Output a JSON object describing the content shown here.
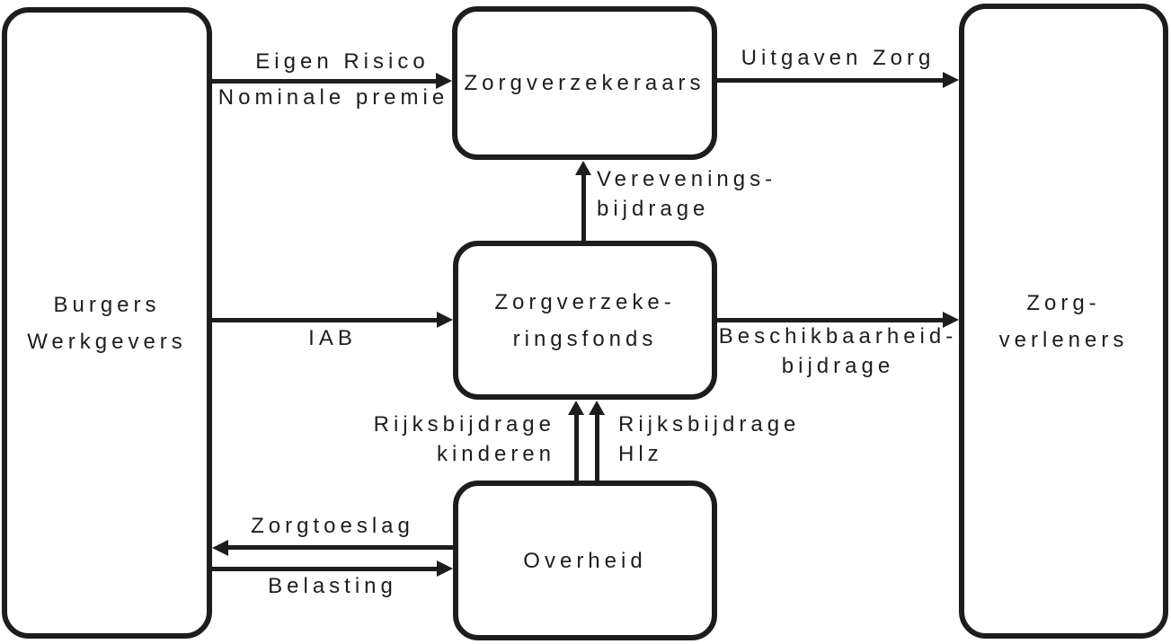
{
  "colors": {
    "ink": "#1d1d1b",
    "background": "#ffffff"
  },
  "boxes": {
    "burgers_werkgevers": {
      "lines": [
        "Burgers",
        "Werkgevers"
      ]
    },
    "zorgverzekeraars": {
      "lines": [
        "Zorgverzekeraars"
      ]
    },
    "zorgverzekeringsfonds": {
      "lines": [
        "Zorgverzeke-",
        "ringsfonds"
      ]
    },
    "overheid": {
      "lines": [
        "Overheid"
      ]
    },
    "zorgverleners": {
      "lines": [
        "Zorg-",
        "verleners"
      ]
    }
  },
  "flows": {
    "eigen_risico_nominale_premie": {
      "from": "Burgers Werkgevers",
      "to": "Zorgverzekeraars",
      "labels": [
        "Eigen Risico",
        "Nominale premie"
      ]
    },
    "uitgaven_zorg": {
      "from": "Zorgverzekeraars",
      "to": "Zorg-verleners",
      "labels": [
        "Uitgaven Zorg"
      ]
    },
    "vereveningsbijdrage": {
      "from": "Zorgverzekeringsfonds",
      "to": "Zorgverzekeraars",
      "labels": [
        "Verevenings-",
        "bijdrage"
      ]
    },
    "iab": {
      "from": "Burgers Werkgevers",
      "to": "Zorgverzekeringsfonds",
      "labels": [
        "IAB"
      ]
    },
    "beschikbaarheidbijdrage": {
      "from": "Zorgverzekeringsfonds",
      "to": "Zorg-verleners",
      "labels": [
        "Beschikbaarheid-",
        "bijdrage"
      ]
    },
    "rijksbijdrage_kinderen": {
      "from": "Overheid",
      "to": "Zorgverzekeringsfonds",
      "labels": [
        "Rijksbijdrage",
        "kinderen"
      ]
    },
    "rijksbijdrage_hlz": {
      "from": "Overheid",
      "to": "Zorgverzekeringsfonds",
      "labels": [
        "Rijksbijdrage",
        "Hlz"
      ]
    },
    "zorgtoeslag": {
      "from": "Overheid",
      "to": "Burgers Werkgevers",
      "labels": [
        "Zorgtoeslag"
      ]
    },
    "belasting": {
      "from": "Burgers Werkgevers",
      "to": "Overheid",
      "labels": [
        "Belasting"
      ]
    }
  }
}
